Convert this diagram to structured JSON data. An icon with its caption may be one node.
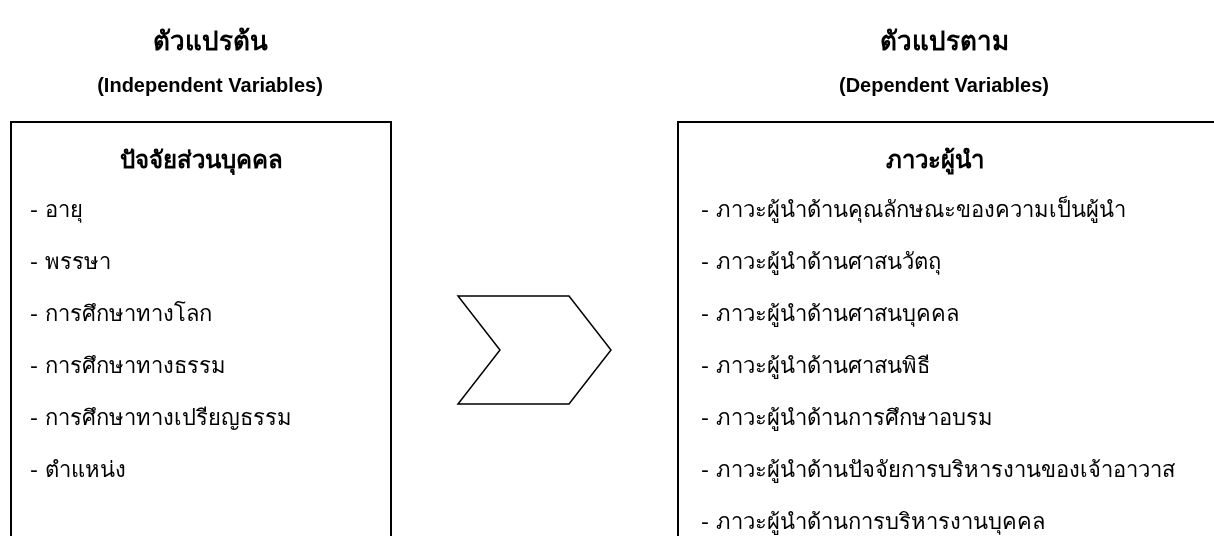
{
  "diagram": {
    "nodes": [
      {
        "text": [
          "ตัวแปรต้น",
          "(Independent Variables)",
          "ปัจจัยส่วนบุคคล",
          "- อายุ",
          "- พรรษา",
          "- การศึกษาทางโลก",
          "- การศึกษาทางธรรม",
          "- การศึกษาทางเปรียญธรรม",
          "- ตำแหน่ง"
        ]
      },
      {
        "text": [
          "ตัวแปรตาม",
          "(Dependent Variables)",
          "ภาวะผู้นำ",
          "- ภาวะผู้นำด้านคุณลักษณะของความเป็นผู้นำ",
          "- ภาวะผู้นำด้านศาสนวัตถุ",
          "- ภาวะผู้นำด้านศาสนบุคคล",
          "- ภาวะผู้นำด้านศาสนพิธี",
          "- ภาวะผู้นำด้านการศึกษาอบรม",
          "- ภาวะผู้นำด้านปัจจัยการบริหารงานของเจ้าอาวาส",
          "- ภาวะผู้นำด้านการบริหารงานบุคคล"
        ]
      }
    ],
    "edges": [
      {
        "from": 0,
        "to": 1,
        "arrow": "to"
      }
    ]
  }
}
